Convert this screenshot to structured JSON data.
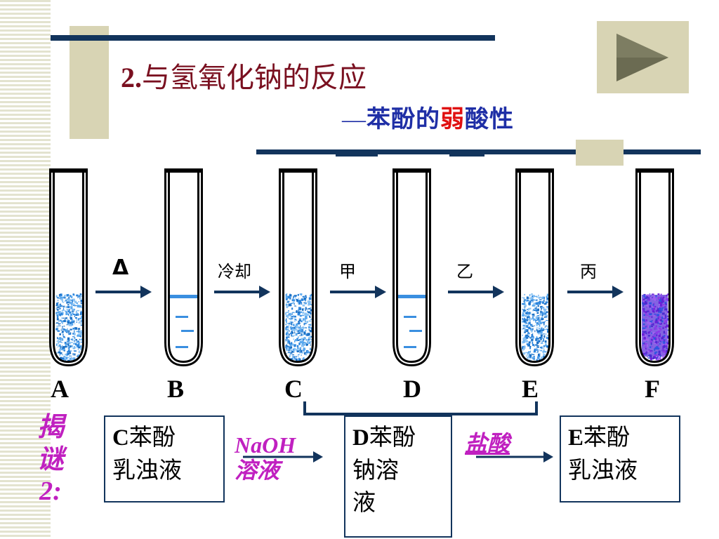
{
  "slide": {
    "title_number": "2.",
    "title_text": "与氢氧化钠的反应",
    "subtitle_dash": "—",
    "subtitle_part1": "苯酚的",
    "subtitle_red": "弱",
    "subtitle_part2": "酸性"
  },
  "nav": {
    "play_icon": "play-icon"
  },
  "tubes": [
    {
      "label": "A",
      "content": "turbid",
      "liquid_color": "#3a8fe0"
    },
    {
      "label": "B",
      "content": "clear",
      "liquid_color": "#3a8fe0"
    },
    {
      "label": "C",
      "content": "turbid",
      "liquid_color": "#3a8fe0"
    },
    {
      "label": "D",
      "content": "clear",
      "liquid_color": "#3a8fe0"
    },
    {
      "label": "E",
      "content": "turbid",
      "liquid_color": "#3a8fe0"
    },
    {
      "label": "F",
      "content": "purple",
      "liquid_color": "#5a2fe0"
    }
  ],
  "arrows": [
    {
      "label": "Δ"
    },
    {
      "label": "冷却"
    },
    {
      "label": "甲"
    },
    {
      "label": "乙"
    },
    {
      "label": "丙"
    }
  ],
  "reveal": {
    "line1": "揭",
    "line2": "谜",
    "line3": "2:"
  },
  "boxes": {
    "c": {
      "latin": "C",
      "line1": "苯酚",
      "line2": "乳浊液"
    },
    "d": {
      "latin": "D",
      "line1": "苯酚",
      "line2": "钠溶",
      "line3": "液"
    },
    "e": {
      "latin": "E",
      "line1": "苯酚",
      "line2": "乳浊液"
    }
  },
  "reagents": {
    "naoh": {
      "line1": "NaOH",
      "line2": "溶液"
    },
    "hcl": {
      "line1": "盐酸"
    }
  },
  "colors": {
    "title": "#7a1020",
    "subtitle": "#1f2fa6",
    "accent_red": "#e01010",
    "reveal": "#c020c0",
    "navy": "#12345c",
    "khaki": "#d8d4b4"
  }
}
